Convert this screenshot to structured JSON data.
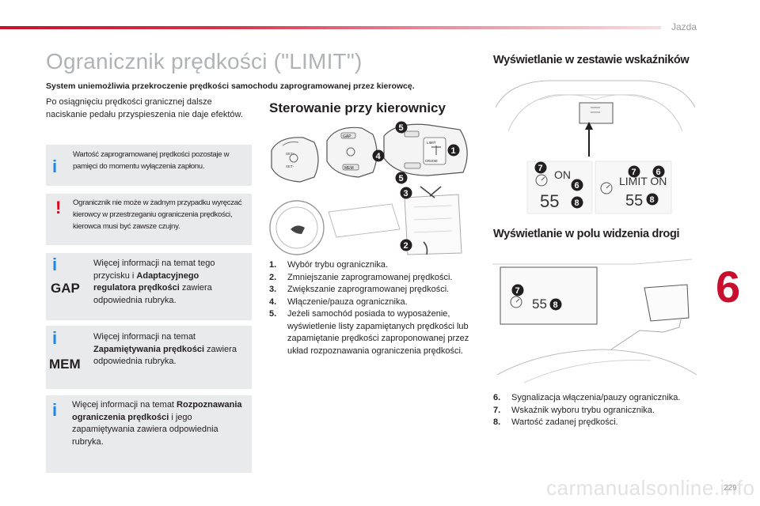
{
  "header": {
    "section": "Jazda"
  },
  "title": "Ogranicznik prędkości (\"LIMIT\")",
  "intro_bold": "System uniemożliwia przekroczenie prędkości samochodu zaprogramowanej przez kierowcę.",
  "intro_para": "Po osiągnięciu prędkości granicznej dalsze naciskanie pedału przyspieszenia nie daje efektów.",
  "notes": {
    "memory": "Wartość zaprogramowanej prędkości pozostaje w pamięci do momentu wyłączenia zapłonu.",
    "warning": "Ogranicznik nie może w żadnym przypadku wyręczać kierowcy w przestrzeganiu ograniczenia prędkości, kierowca musi być zawsze czujny.",
    "gap": {
      "badge": "GAP",
      "text_a": "Więcej informacji na temat tego przycisku i ",
      "text_bold": "Adaptacyjnego regulatora prędkości",
      "text_b": " zawiera odpowiednia rubryka."
    },
    "mem": {
      "badge": "MEM",
      "text_a": "Więcej informacji na temat ",
      "text_bold": "Zapamiętywania prędkości",
      "text_b": " zawiera odpowiednia rubryka."
    },
    "recognition": {
      "text_a": "Więcej informacji na temat ",
      "text_bold": "Rozpoznawania ograniczenia prędkości",
      "text_b": " i jego zapamiętywania zawiera odpowiednia rubryka."
    }
  },
  "steering": {
    "heading": "Sterowanie przy kierownicy",
    "items": [
      {
        "num": "1.",
        "text": "Wybór trybu ogranicznika."
      },
      {
        "num": "2.",
        "text": "Zmniejszanie zaprogramowanej prędkości."
      },
      {
        "num": "3.",
        "text": "Zwiększanie zaprogramowanej prędkości."
      },
      {
        "num": "4.",
        "text": "Włączenie/pauza ogranicznika."
      },
      {
        "num": "5.",
        "text": "Jeżeli samochód posiada to wyposażenie, wyświetlenie listy zapamiętanych prędkości lub zapamiętanie prędkości zaproponowanej przez układ rozpoznawania ograniczenia prędkości."
      }
    ],
    "figure": {
      "stalk_labels": [
        "GAP",
        "MEM",
        "SET+",
        "SET-",
        "LIMIT",
        "CRUISE"
      ],
      "markers": [
        "1",
        "2",
        "3",
        "4",
        "5"
      ]
    }
  },
  "cluster": {
    "heading": "Wyświetlanie w zestawie wskaźników",
    "panel_left": {
      "status": "ON",
      "speed": "55"
    },
    "panel_right": {
      "status": "LIMIT ON",
      "speed": "55"
    },
    "markers": [
      "6",
      "7",
      "8"
    ]
  },
  "hud": {
    "heading": "Wyświetlanie w polu widzenia drogi",
    "speed": "55",
    "markers": [
      "7",
      "8"
    ],
    "items": [
      {
        "num": "6.",
        "text": "Sygnalizacja włączenia/pauzy ogranicznika."
      },
      {
        "num": "7.",
        "text": "Wskaźnik wyboru trybu ogranicznika."
      },
      {
        "num": "8.",
        "text": "Wartość zadanej prędkości."
      }
    ]
  },
  "chapter": "6",
  "page_number": "229",
  "watermark": "carmanualsonline.info",
  "colors": {
    "accent_red": "#c8102e",
    "info_blue": "#1e88e5",
    "note_bg": "#e9eaeb",
    "marker_bg": "#231f20"
  }
}
